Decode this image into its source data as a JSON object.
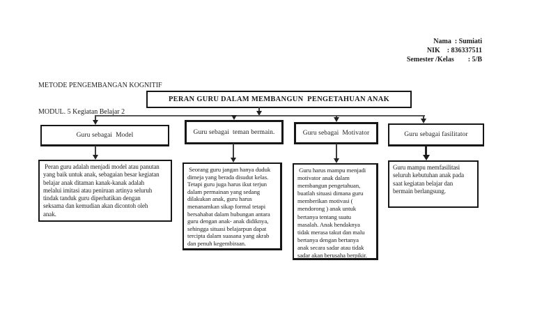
{
  "header_right": {
    "lines": [
      "Nama  : Sumiati",
      "NIK    : 836337511",
      "Semester /Kelas        : 5/B"
    ]
  },
  "header_left": {
    "line1": "METODE PENGEMBANGAN KOGNITIF",
    "line2": "MODUL. 5 Kegiatan Belajar 2"
  },
  "diagram": {
    "title": "PERAN GURU DALAM MEMBANGUN  PENGETAHUAN ANAK",
    "nodes": [
      {
        "label": "Guru sebagai  Model",
        "desc_lines": [
          " Peran guru adalah menjadi model atau panutan",
          "yang baik untuk anak, sebagaian besar kegiatan",
          "belajar anak ditaman kanak-kanak adalah",
          "melalui imitasi atau peniruan artinya seluruh",
          "tindak tanduk guru diperhatikan dengan",
          "seksama dan kemudian akan dicontoh oleh",
          "anak."
        ]
      },
      {
        "label": "Guru sebagai  teman bermain.",
        "desc_lines": [
          " Seorang guru jangan hanya duduk",
          "dimeja yang berada disudut kelas.",
          "Tetapi guru juga harus ikut terjun",
          "dalam permainan yang sedang",
          "dilakukan anak, guru harus",
          "menanamkan sikap formal tetapi",
          "bersahabat dalam hubungan antara",
          "guru dengan anak- anak didiknya,",
          "sehingga situasi belajarpun dapat",
          "tercipta dalam suasana yang akrab",
          "dan penuh kegembiraan."
        ]
      },
      {
        "label": "Guru sebagai  Motivator",
        "desc_lines": [
          " Guru harus mampu menjadi",
          "motivator anak dalam",
          "membangun pengetahuan,",
          "buatlah situasi dimana guru",
          "memberikan motivasi (",
          "mendorong ) anak untuk",
          "bertanya tentang suatu",
          "masalah. Anak hendaknya",
          "tidak merasa takut dan malu",
          "bertanya dengan bertanya",
          "anak secara sadar atau tidak",
          "sadar akan berusaha berpikir."
        ]
      },
      {
        "label": "Guru sebagai fasilitator",
        "desc_lines": [
          "Guru mampu memfasilitasi",
          "seluruh kebutuhan anak pada",
          "saat kegiatan belajar dan",
          "bermain berlangsung."
        ]
      }
    ]
  }
}
